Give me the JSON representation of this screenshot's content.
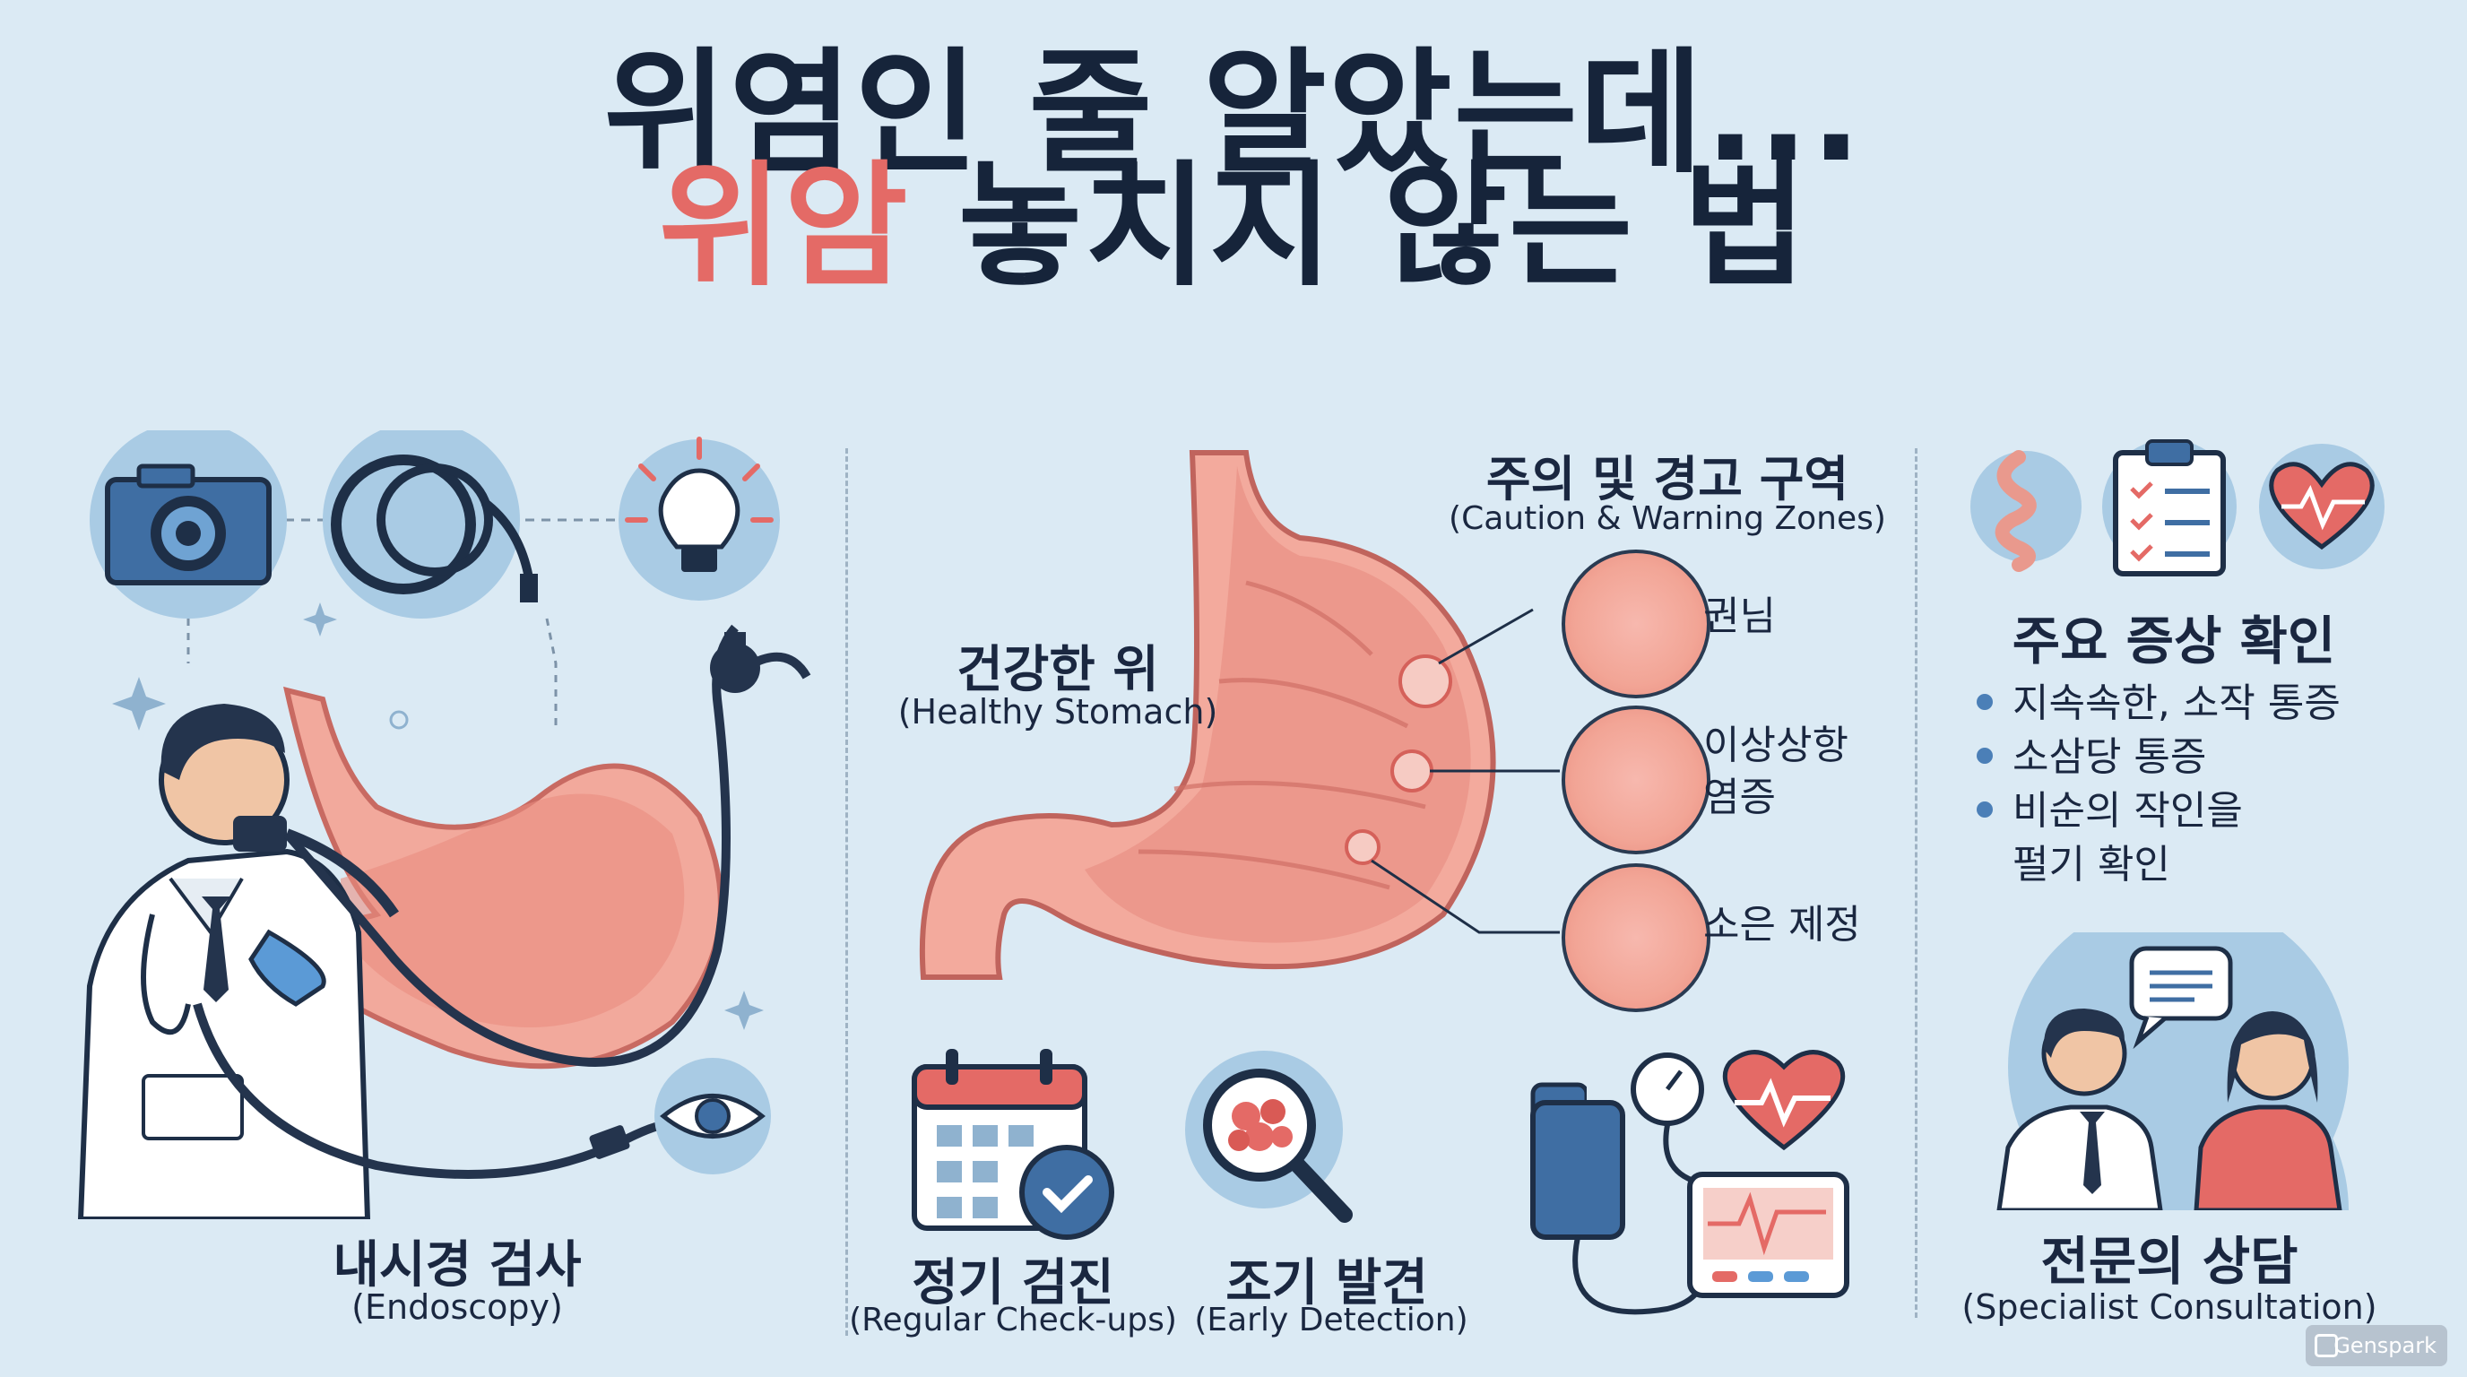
{
  "title": {
    "line1": "위염인 줄 알았는데...",
    "line2_highlight": "위암",
    "line2_rest": " 놓치지 않는 법"
  },
  "colors": {
    "accent": "#e46a66",
    "background": "#dbeaf4",
    "navy": "#16243a",
    "icon_circle": "#a9cbe4"
  },
  "endoscopy": {
    "label_ko": "내시경 검사",
    "label_en": "(Endoscopy)",
    "icons": [
      "camera-icon",
      "endoscope-cable-icon",
      "lightbulb-icon",
      "eye-icon"
    ]
  },
  "stomach": {
    "healthy_ko": "건강한 위",
    "healthy_en": "(Healthy Stomach)",
    "zones_title_ko": "주의 및 경고 구역",
    "zones_title_en": "(Caution & Warning Zones)",
    "zones": [
      {
        "label": "권님"
      },
      {
        "label": "이상상항\n염증"
      },
      {
        "label": "소은 제정"
      }
    ]
  },
  "checkups": {
    "regular_ko": "정기 검진",
    "regular_en": "(Regular Check-ups)",
    "early_ko": "조기 발견",
    "early_en": "(Early Detection)"
  },
  "symptoms": {
    "title": "주요 증상 확인",
    "items": [
      "지속속한, 소작 통증",
      "소삼당 통증",
      "비순의 작인을\n펄기 확인"
    ]
  },
  "consult": {
    "label_ko": "전문의 상담",
    "label_en": "(Specialist Consultation)"
  },
  "logo": {
    "text": "Genspark"
  }
}
